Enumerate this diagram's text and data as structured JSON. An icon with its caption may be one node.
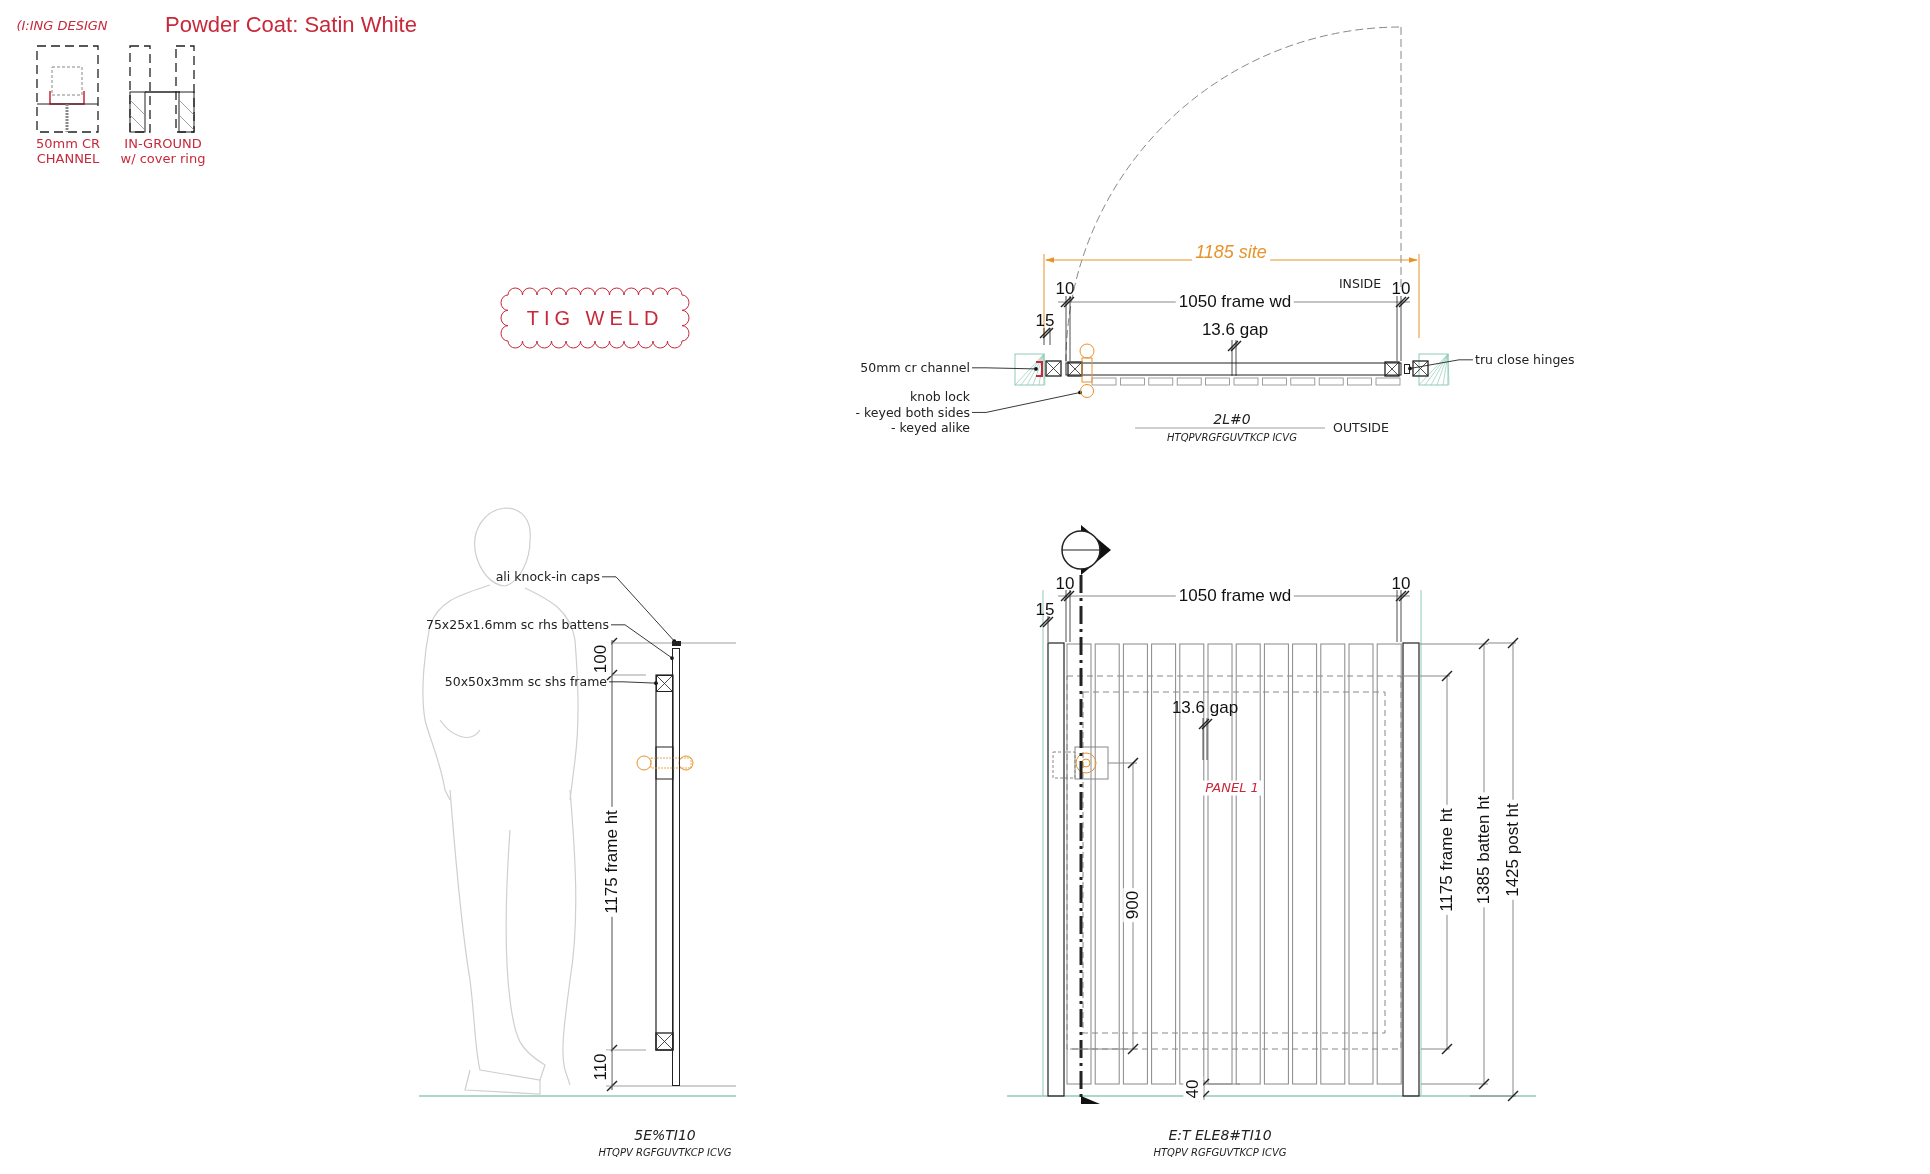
{
  "diagram": {
    "title": "Powder Coat: Satin White",
    "nodes": [
      {
        "text": [
          "TIG WELD"
        ]
      },
      {
        "text": [
          "50mm cr channel"
        ]
      },
      {
        "text": [],
        "shape": "box"
      },
      {
        "text": [
          "knob lock",
          "- keyed both sides",
          "- keyed alike"
        ]
      },
      {
        "text": [],
        "shape": "circle"
      },
      {
        "text": [
          "tru close hinges"
        ]
      },
      {
        "text": [],
        "shape": "box"
      },
      {
        "text": [
          "ali knock-in caps"
        ]
      },
      {
        "text": [],
        "shape": "box"
      },
      {
        "text": [
          "75x25x1.6mm sc rhs battens"
        ]
      },
      {
        "text": [],
        "shape": "bar"
      },
      {
        "text": [
          "50x50x3mm sc shs frame"
        ]
      },
      {
        "text": [],
        "shape": "box"
      }
    ],
    "edges": [
      {
        "from": 1,
        "to": 2,
        "arrow": "other"
      },
      {
        "from": 3,
        "to": 4,
        "arrow": "other"
      },
      {
        "from": 5,
        "to": 6,
        "arrow": "other"
      },
      {
        "from": 7,
        "to": 8,
        "arrow": "other"
      },
      {
        "from": 9,
        "to": 10,
        "arrow": "other"
      },
      {
        "from": 11,
        "to": 12,
        "arrow": "other"
      }
    ],
    "labels": [
      "(I:ING DESIGN",
      "50mm CR CHANNEL",
      "IN-GROUND w/ cover ring",
      "1185 site",
      "10",
      "1050 frame wd",
      "INSIDE",
      "10",
      "15",
      "13.6 gap",
      "2L#0",
      "HTQPVRGFGUVTKCP ICVG",
      "OUTSIDE",
      "100",
      "1175 frame ht",
      "110",
      "5E%TI10",
      "HTQPV RGFGUVTKCP ICVG",
      "10",
      "1050 frame wd",
      "10",
      "15",
      "13.6 gap",
      "PANEL 1",
      "900",
      "40",
      "1175 frame ht",
      "1385 batten ht",
      "1425 post ht",
      "E:T ELE8#TI10",
      "HTQPV RGFGUVTKCP ICVG"
    ]
  }
}
